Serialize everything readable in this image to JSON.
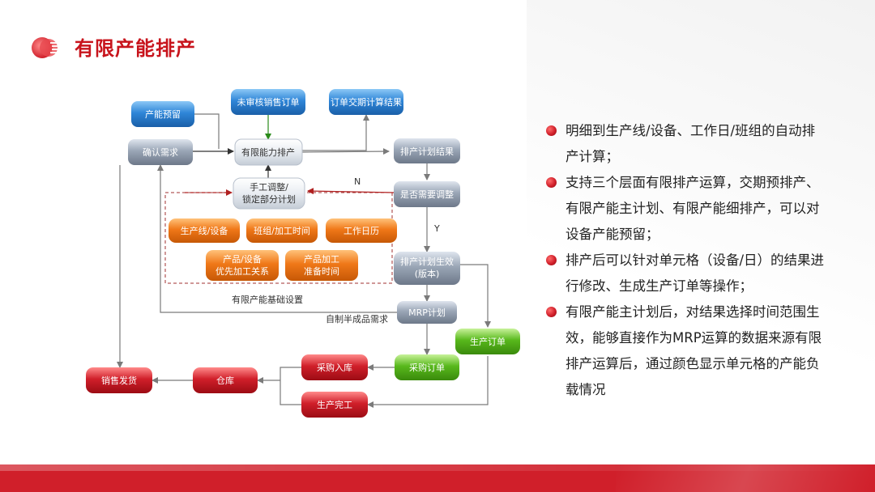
{
  "title": "有限产能排产",
  "colors": {
    "accent": "#c8141c",
    "blue": "#2f86d8",
    "gray": "#9aa6b6",
    "orange": "#f07818",
    "red": "#d01f2a",
    "green": "#58b81c"
  },
  "diagram": {
    "nodes": {
      "capacity_reserve": "产能预留",
      "confirm_demand": "确认需求",
      "unreviewed_orders": "未审核销售订单",
      "order_due_calc": "订单交期计算结果",
      "finite_capacity_sched": "有限能力排产",
      "manual_adjust_line1": "手工调整/",
      "manual_adjust_line2": "锁定部分计划",
      "sched_result": "排产计划结果",
      "need_adjust": "是否需要调整",
      "line_equipment": "生产线/设备",
      "shift_time": "班组/加工时间",
      "work_calendar": "工作日历",
      "product_priority_line1": "产品/设备",
      "product_priority_line2": "优先加工关系",
      "product_prep_line1": "产品加工",
      "product_prep_line2": "准备时间",
      "plan_effective_line1": "排产计划生效",
      "plan_effective_line2": "(版本)",
      "mrp_plan": "MRP计划",
      "production_order": "生产订单",
      "purchase_order": "采购订单",
      "purchase_inbound": "采购入库",
      "production_complete": "生产完工",
      "warehouse": "仓库",
      "sales_delivery": "销售发货"
    },
    "labels": {
      "no": "N",
      "yes": "Y",
      "base_settings": "有限产能基础设置",
      "semi_finished_demand": "自制半成品需求"
    }
  },
  "bullets": [
    "明细到生产线/设备、工作日/班组的自动排产计算；",
    "支持三个层面有限排产运算，交期预排产、有限产能主计划、有限产能细排产，可以对设备产能预留；",
    "排产后可以针对单元格（设备/日）的结果进行修改、生成生产订单等操作；",
    "有限产能主计划后，对结果选择时间范围生效，能够直接作为MRP运算的数据来源有限排产运算后，通过颜色显示单元格的产能负载情况"
  ]
}
